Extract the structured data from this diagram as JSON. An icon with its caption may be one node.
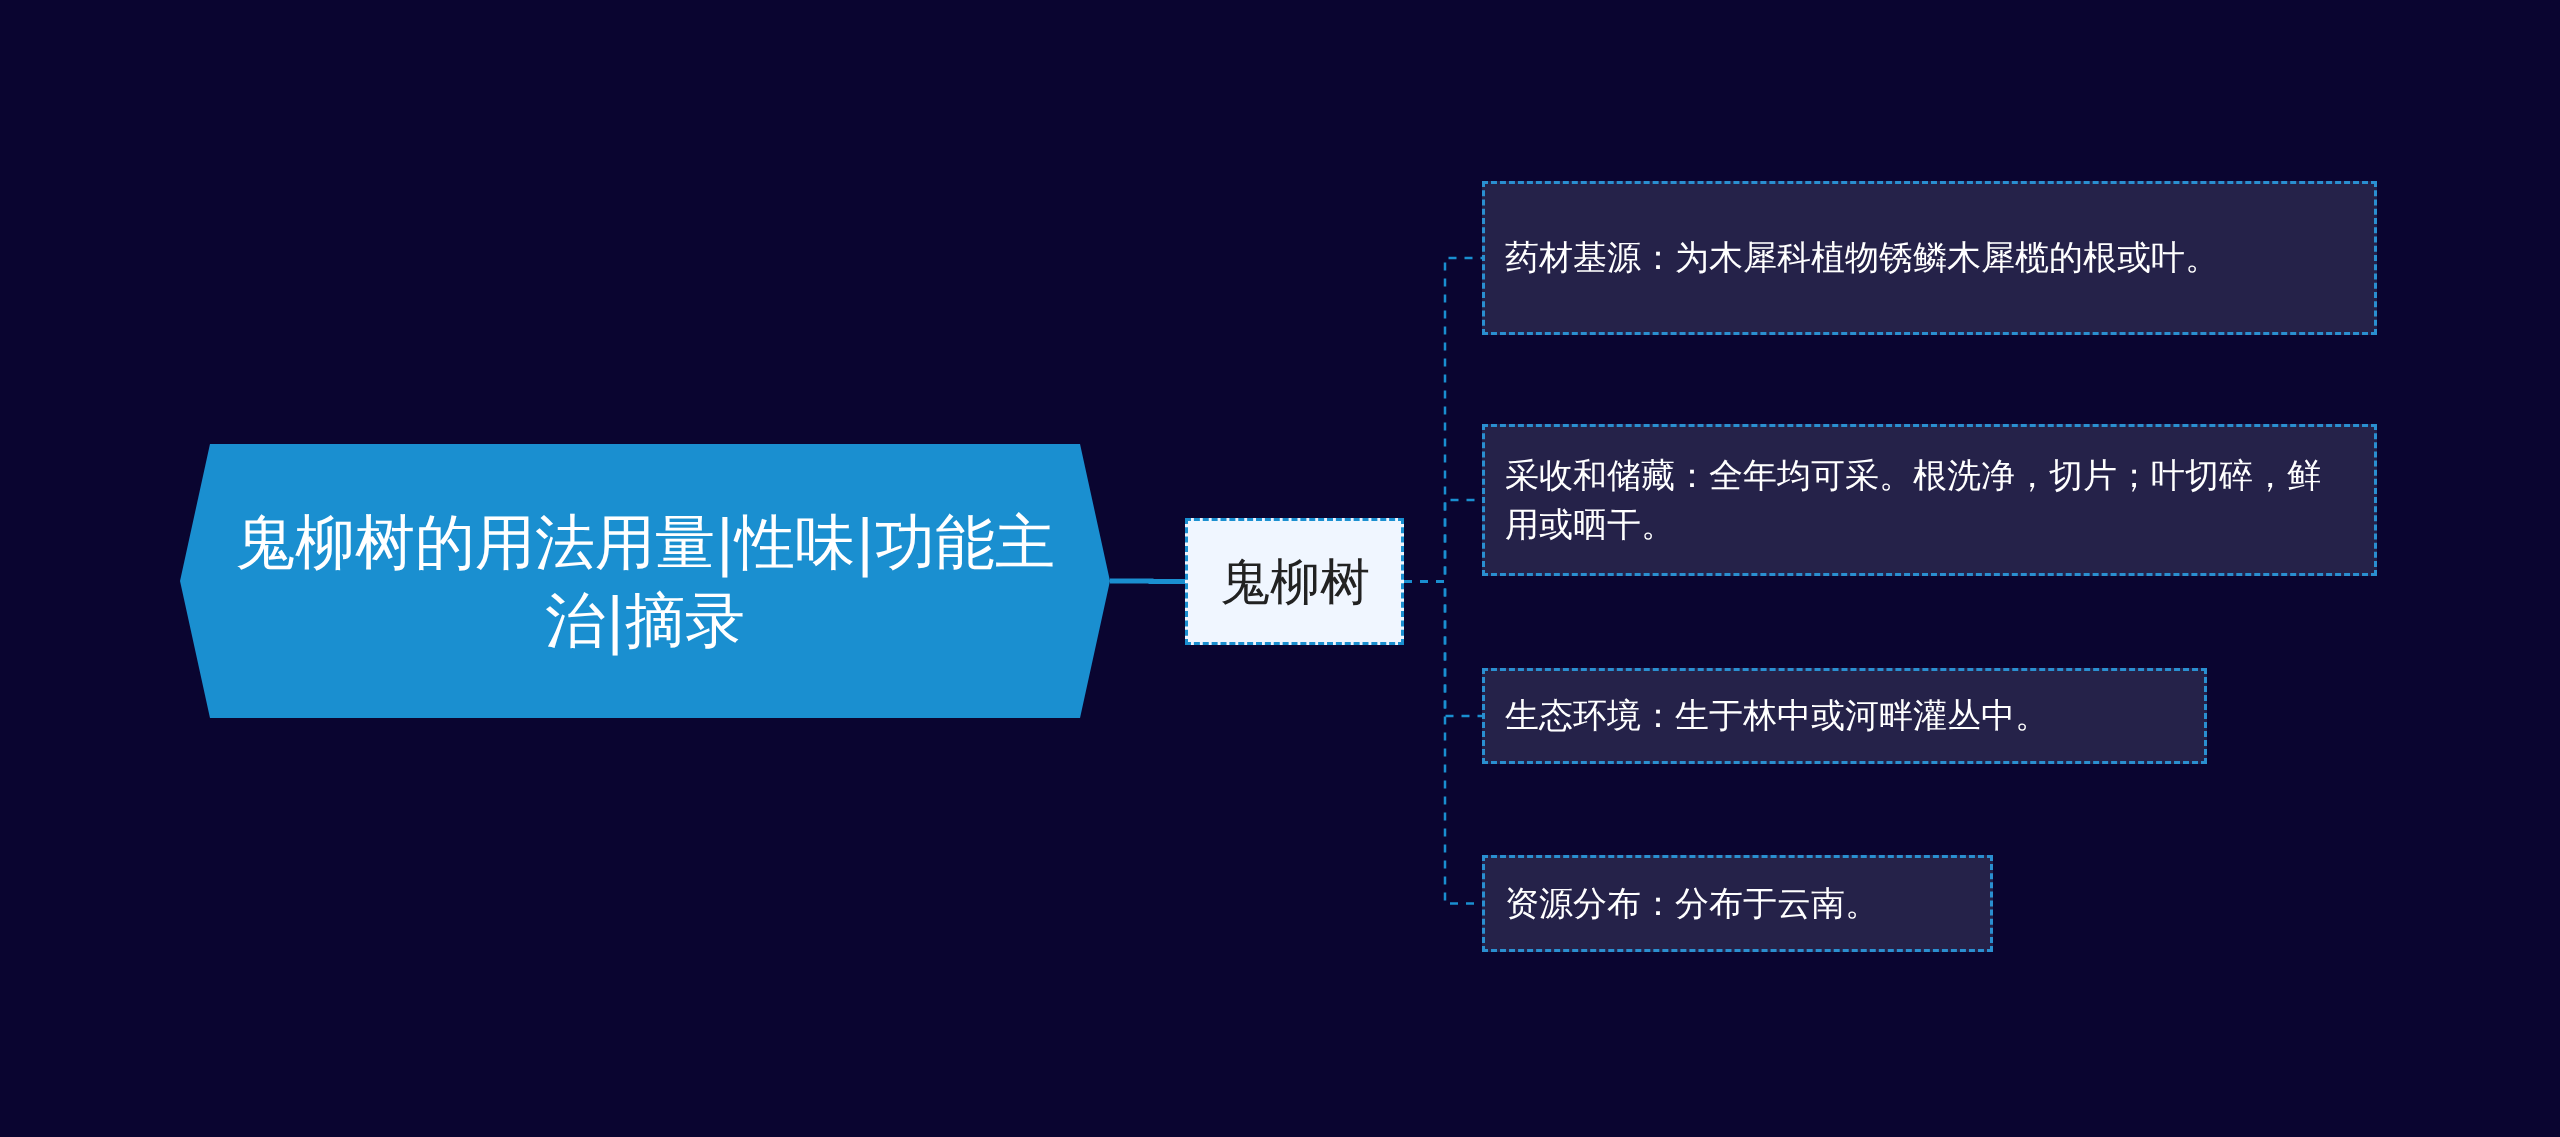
{
  "diagram": {
    "nodes": [
      {
        "text": [
          "鬼柳树的用法用量|性味|功能主治|摘录"
        ]
      },
      {
        "text": [
          "鬼柳树"
        ]
      },
      {
        "text": [
          "药材基源：为木犀科植物锈鳞木犀榄的根或叶。"
        ]
      },
      {
        "text": [
          "采收和储藏：全年均可采。根洗净，切片；叶切碎，鲜用或晒干。"
        ]
      },
      {
        "text": [
          "生态环境：生于林中或河畔灌丛中。"
        ]
      },
      {
        "text": [
          "资源分布：分布于云南。"
        ]
      }
    ],
    "edges": [
      {
        "from": 0,
        "to": 1,
        "arrow": "none"
      },
      {
        "from": 1,
        "to": 2,
        "arrow": "none",
        "style": "dashed"
      },
      {
        "from": 1,
        "to": 3,
        "arrow": "none",
        "style": "dashed"
      },
      {
        "from": 1,
        "to": 4,
        "arrow": "none",
        "style": "dashed"
      },
      {
        "from": 1,
        "to": 5,
        "arrow": "none",
        "style": "dashed"
      }
    ]
  }
}
